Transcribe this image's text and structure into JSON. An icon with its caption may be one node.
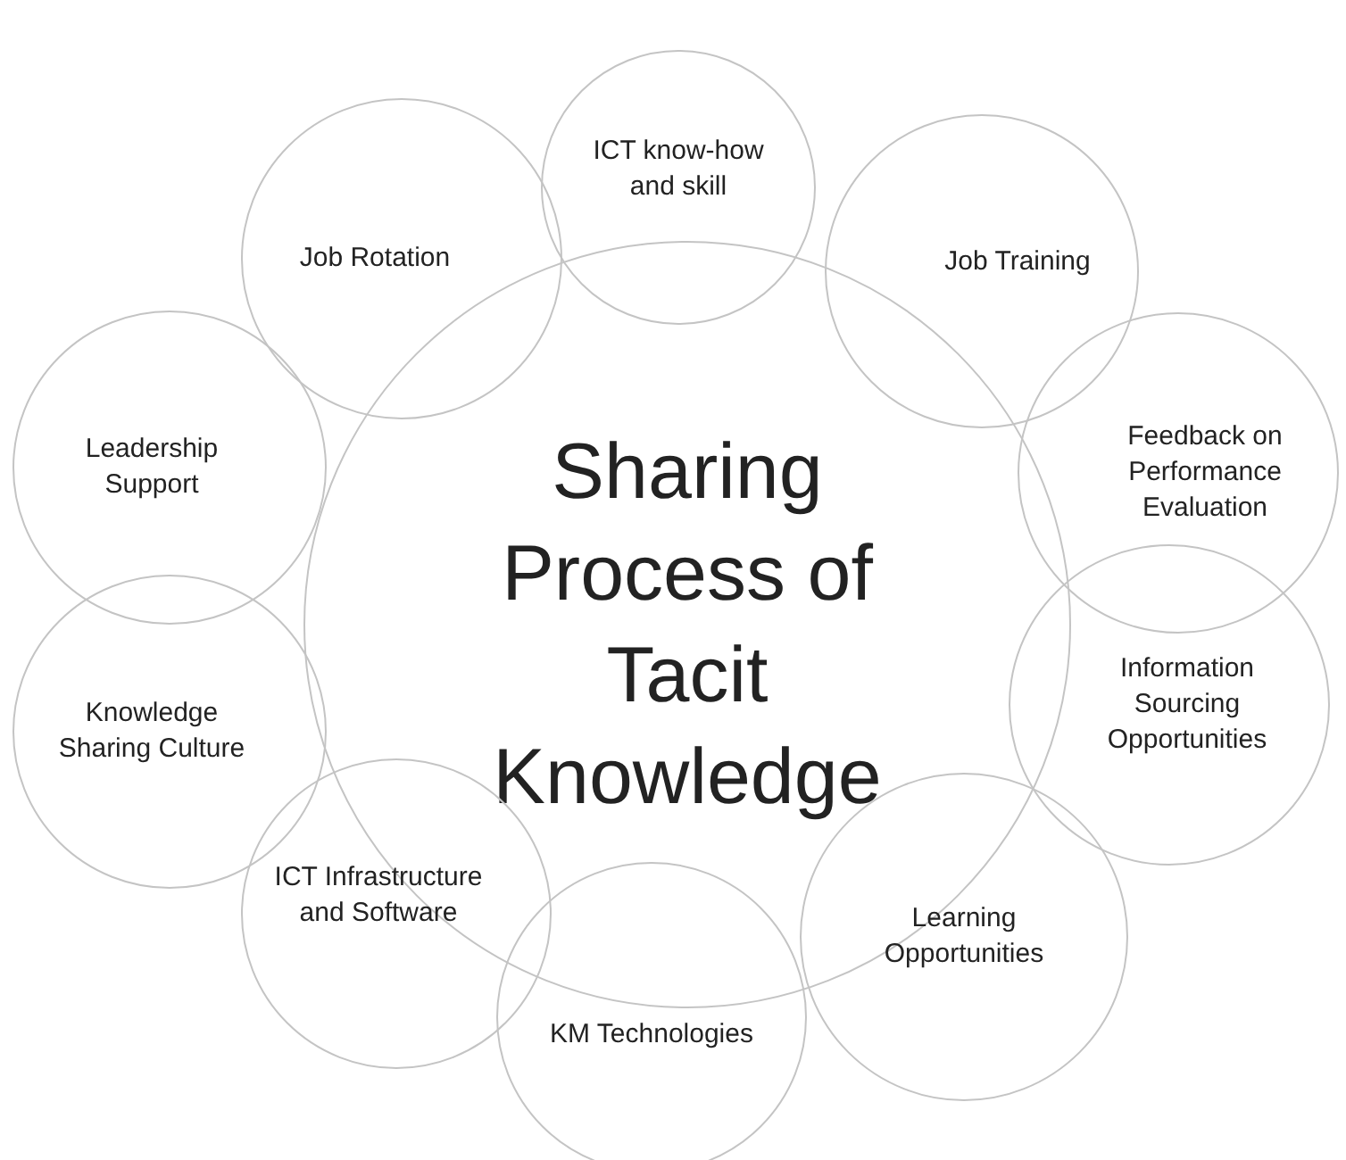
{
  "diagram": {
    "nodes": [
      {
        "text": [
          "Sharing Process of Tacit Knowledge"
        ]
      },
      {
        "text": [
          "ICT know-how and skill"
        ]
      },
      {
        "text": [
          "Job Training"
        ]
      },
      {
        "text": [
          "Feedback on Performance Evaluation"
        ]
      },
      {
        "text": [
          "Information Sourcing Opportunities"
        ]
      },
      {
        "text": [
          "Learning Opportunities"
        ]
      },
      {
        "text": [
          "KM Technologies"
        ]
      },
      {
        "text": [
          "ICT Infrastructure and Software"
        ]
      },
      {
        "text": [
          "Knowledge Sharing Culture"
        ]
      },
      {
        "text": [
          "Leadership Support"
        ]
      },
      {
        "text": [
          "Job Rotation"
        ]
      }
    ]
  }
}
